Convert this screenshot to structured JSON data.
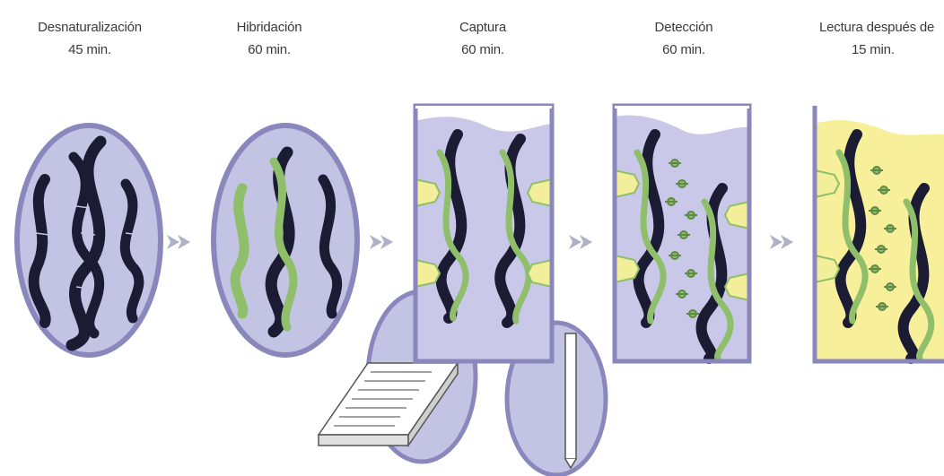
{
  "steps": [
    {
      "name": "Desnaturalización",
      "time": "45 min."
    },
    {
      "name": "Hibridación",
      "time": "60 min."
    },
    {
      "name": "Captura",
      "time": "60 min."
    },
    {
      "name": "Detección",
      "time": "60 min."
    },
    {
      "name": "Lectura después de",
      "time": "15 min."
    }
  ],
  "colors": {
    "circle_fill": "#c3c3e3",
    "circle_border": "#8a87bd",
    "liquid": "#c9c8e8",
    "dna_dark": "#1b1b33",
    "dna_green": "#8fbf6a",
    "yellow": "#f7ef9a",
    "arrow": "#b0b0c8"
  }
}
